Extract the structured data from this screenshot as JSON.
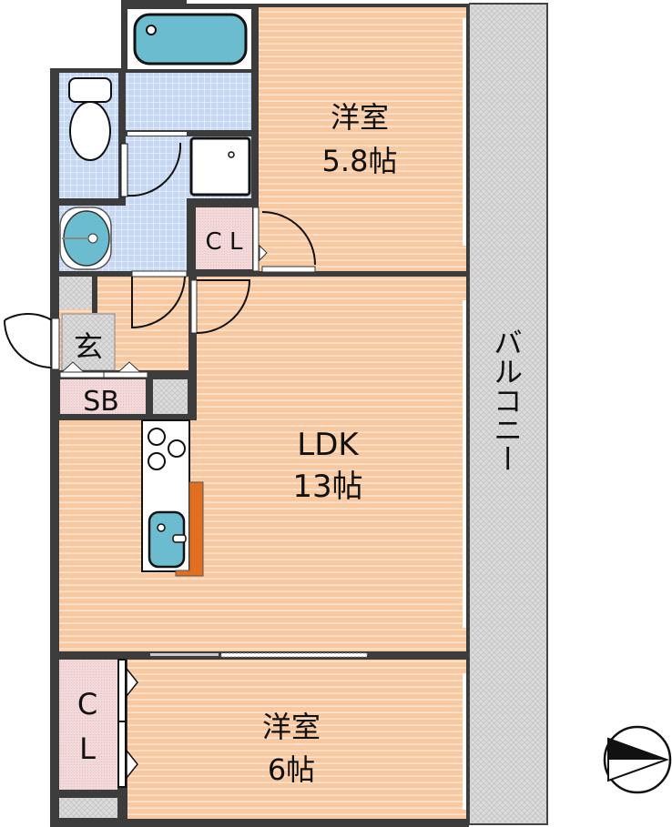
{
  "rooms": {
    "western_room_1": {
      "name": "洋室",
      "size": "5.8帖"
    },
    "ldk": {
      "name": "LDK",
      "size": "13帖"
    },
    "western_room_2": {
      "name": "洋室",
      "size": "6帖"
    },
    "closet_top": "C L",
    "closet_bottom_c": "C",
    "closet_bottom_l": "L",
    "entrance": "玄",
    "shoe_box": "SB",
    "balcony": "バルコニー"
  },
  "colors": {
    "floor": "#f8c8a0",
    "wall": "#3c3c3c",
    "tile": "#c5d7f3",
    "closet": "#f2d8d8",
    "fixture_blue": "#6cbccf",
    "counter_accent": "#e07020",
    "balcony": "#dcdcdc"
  },
  "compass": {
    "direction": "east"
  }
}
